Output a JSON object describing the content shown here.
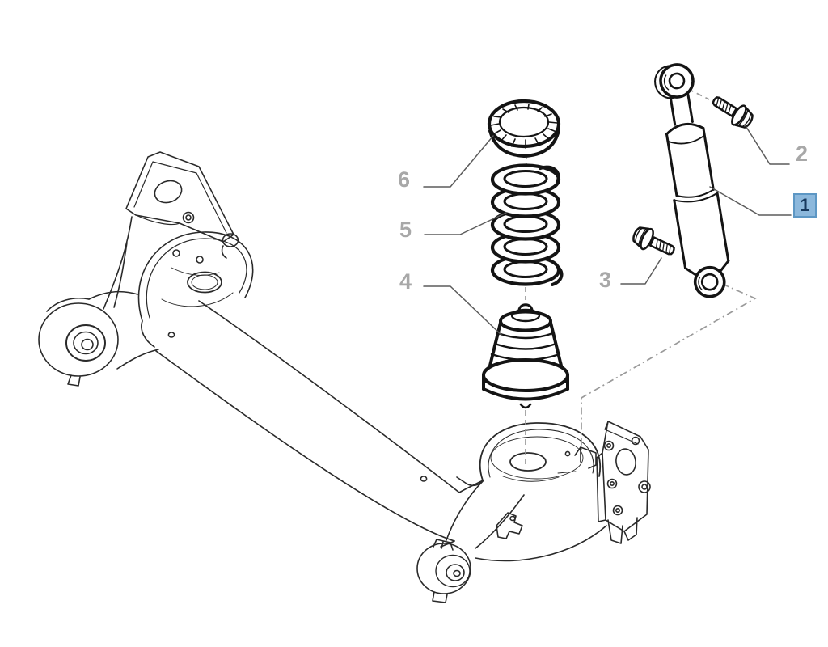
{
  "diagram": {
    "kind": "exploded-parts-diagram",
    "subject": "Rear torsion-beam axle with coil spring and shock absorber",
    "background_color": "#ffffff",
    "line_color": "#1b1b1b",
    "label_color": "#a8a8a8",
    "leader_line_color": "#5b5b5b",
    "dash_line_color": "#9a9a9a",
    "highlight": {
      "fill": "#8cb8dc",
      "border": "#5d97c4",
      "text_color": "#17395e"
    },
    "callouts": [
      {
        "number": "1",
        "part": "shock-absorber",
        "highlighted": true
      },
      {
        "number": "2",
        "part": "upper-mounting-bolt",
        "highlighted": false
      },
      {
        "number": "3",
        "part": "lower-mounting-bolt",
        "highlighted": false
      },
      {
        "number": "4",
        "part": "bump-stop-buffer",
        "highlighted": false
      },
      {
        "number": "5",
        "part": "coil-spring",
        "highlighted": false
      },
      {
        "number": "6",
        "part": "upper-spring-seat",
        "highlighted": false
      }
    ]
  }
}
